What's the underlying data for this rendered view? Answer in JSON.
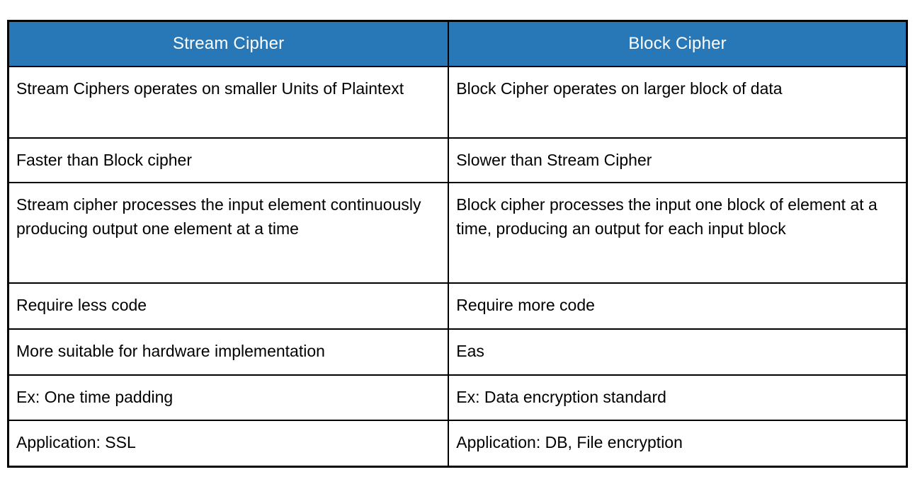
{
  "table": {
    "headers": [
      {
        "label": "Stream Cipher"
      },
      {
        "label": "Block Cipher"
      }
    ],
    "rows": [
      {
        "stream": "Stream Ciphers operates on smaller Units of Plaintext",
        "block": "Block Cipher operates on larger block of data"
      },
      {
        "stream": "Faster than Block cipher",
        "block": "Slower than Stream Cipher"
      },
      {
        "stream": "Stream cipher processes the input element continuously producing output one element at a time",
        "block": "Block cipher processes the input one block of element at a time, producing an output for each input block"
      },
      {
        "stream": "Require less code",
        "block": "Require more code"
      },
      {
        "stream": "More suitable for hardware implementation",
        "block": "Eas"
      },
      {
        "stream": "Ex: One time padding",
        "block": "Ex: Data encryption standard"
      },
      {
        "stream": "Application: SSL",
        "block": "Application: DB, File encryption"
      }
    ],
    "colors": {
      "header_bg": "#2878b8",
      "header_text": "#ffffff",
      "body_text": "#000000",
      "border": "#000000",
      "background": "#ffffff"
    }
  }
}
